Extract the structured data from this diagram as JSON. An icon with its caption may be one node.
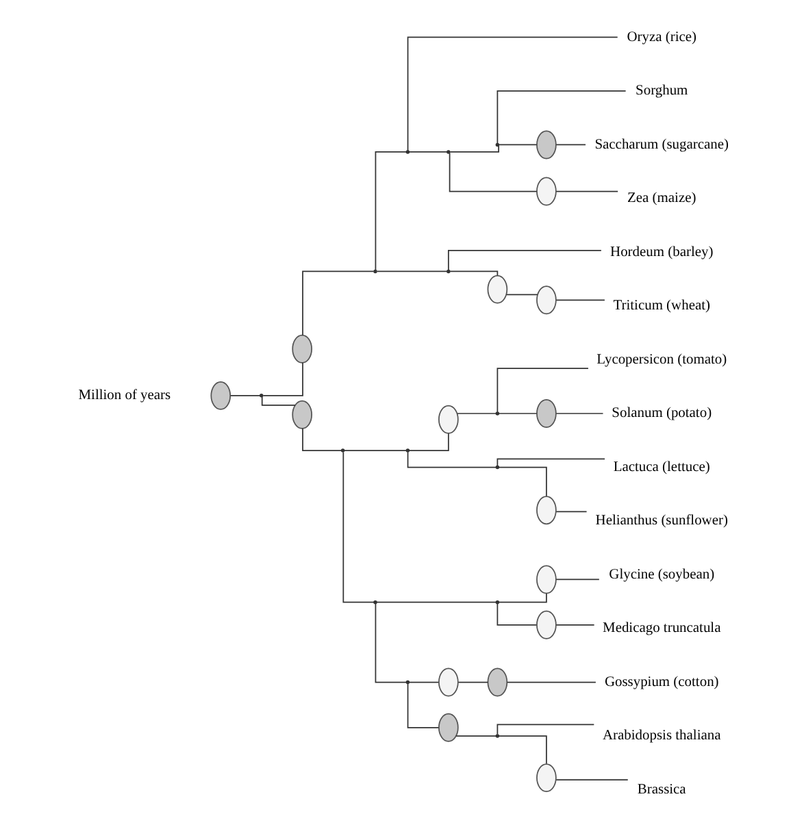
{
  "diagram": {
    "nodes": [
      {
        "text": [
          "Sorghum"
        ]
      },
      {
        "text": [
          "Saccharum (sugarcane)"
        ]
      },
      {
        "text": [
          "Zea (maize)"
        ]
      },
      {
        "text": [
          "Oryza (rice)"
        ]
      },
      {
        "text": [
          "Triticum (wheat)"
        ]
      },
      {
        "text": [
          "Hordeum (barley)"
        ]
      },
      {
        "text": [
          "Lycopersicon (tomato)"
        ]
      },
      {
        "text": [
          "Solanum (potato)"
        ]
      },
      {
        "text": [
          "Helianthus (sunflower)"
        ]
      },
      {
        "text": [
          "Lactuca (lettuce)"
        ]
      },
      {
        "text": [
          "Glycine (soybean)"
        ]
      },
      {
        "text": [
          "Medicago truncatula"
        ]
      },
      {
        "text": [
          "Gossypium (cotton)"
        ]
      },
      {
        "text": [
          "Arabidopsis thaliana"
        ]
      },
      {
        "text": [
          "Brassica"
        ]
      },
      {
        "text": [],
        "shape": "oval"
      },
      {
        "text": [],
        "shape": "point"
      },
      {
        "text": [],
        "shape": "oval"
      },
      {
        "text": [],
        "shape": "point"
      },
      {
        "text": [],
        "shape": "point"
      },
      {
        "text": [],
        "shape": "point"
      },
      {
        "text": [],
        "shape": "point"
      },
      {
        "text": [],
        "shape": "oval"
      },
      {
        "text": [],
        "shape": "oval"
      },
      {
        "text": [],
        "shape": "point"
      },
      {
        "text": [],
        "shape": "oval"
      },
      {
        "text": [],
        "shape": "oval"
      },
      {
        "text": [],
        "shape": "oval"
      },
      {
        "text": [],
        "shape": "point"
      },
      {
        "text": [],
        "shape": "point"
      },
      {
        "text": [],
        "shape": "oval"
      },
      {
        "text": [],
        "shape": "point"
      },
      {
        "text": [],
        "shape": "oval"
      },
      {
        "text": [],
        "shape": "point"
      },
      {
        "text": [],
        "shape": "oval"
      },
      {
        "text": [],
        "shape": "point"
      },
      {
        "text": [],
        "shape": "point"
      },
      {
        "text": [],
        "shape": "oval"
      },
      {
        "text": [],
        "shape": "oval"
      },
      {
        "text": [],
        "shape": "point"
      },
      {
        "text": [],
        "shape": "oval"
      },
      {
        "text": [],
        "shape": "oval"
      },
      {
        "text": [],
        "shape": "oval"
      },
      {
        "text": [],
        "shape": "point"
      },
      {
        "text": [],
        "shape": "oval"
      }
    ],
    "edges": [
      {
        "from": 15,
        "to": 16,
        "arrow": "none"
      },
      {
        "from": 16,
        "to": 17,
        "arrow": "none"
      },
      {
        "from": 17,
        "to": 18,
        "arrow": "none"
      },
      {
        "from": 18,
        "to": 19,
        "arrow": "none"
      },
      {
        "from": 19,
        "to": 20,
        "arrow": "none"
      },
      {
        "from": 20,
        "to": 21,
        "arrow": "none"
      },
      {
        "from": 21,
        "to": 0,
        "arrow": "none"
      },
      {
        "from": 21,
        "to": 22,
        "arrow": "none"
      },
      {
        "from": 22,
        "to": 1,
        "arrow": "none"
      },
      {
        "from": 20,
        "to": 23,
        "arrow": "none"
      },
      {
        "from": 23,
        "to": 2,
        "arrow": "none"
      },
      {
        "from": 19,
        "to": 3,
        "arrow": "none"
      },
      {
        "from": 18,
        "to": 24,
        "arrow": "none"
      },
      {
        "from": 24,
        "to": 25,
        "arrow": "none"
      },
      {
        "from": 25,
        "to": 26,
        "arrow": "none"
      },
      {
        "from": 26,
        "to": 4,
        "arrow": "none"
      },
      {
        "from": 24,
        "to": 5,
        "arrow": "none"
      },
      {
        "from": 16,
        "to": 27,
        "arrow": "none"
      },
      {
        "from": 27,
        "to": 28,
        "arrow": "none"
      },
      {
        "from": 28,
        "to": 29,
        "arrow": "none"
      },
      {
        "from": 29,
        "to": 30,
        "arrow": "none"
      },
      {
        "from": 30,
        "to": 31,
        "arrow": "none"
      },
      {
        "from": 31,
        "to": 6,
        "arrow": "none"
      },
      {
        "from": 31,
        "to": 32,
        "arrow": "none"
      },
      {
        "from": 32,
        "to": 7,
        "arrow": "none"
      },
      {
        "from": 29,
        "to": 33,
        "arrow": "none"
      },
      {
        "from": 33,
        "to": 34,
        "arrow": "none"
      },
      {
        "from": 34,
        "to": 8,
        "arrow": "none"
      },
      {
        "from": 33,
        "to": 9,
        "arrow": "none"
      },
      {
        "from": 28,
        "to": 35,
        "arrow": "none"
      },
      {
        "from": 35,
        "to": 36,
        "arrow": "none"
      },
      {
        "from": 36,
        "to": 37,
        "arrow": "none"
      },
      {
        "from": 37,
        "to": 10,
        "arrow": "none"
      },
      {
        "from": 36,
        "to": 38,
        "arrow": "none"
      },
      {
        "from": 38,
        "to": 11,
        "arrow": "none"
      },
      {
        "from": 35,
        "to": 39,
        "arrow": "none"
      },
      {
        "from": 39,
        "to": 40,
        "arrow": "none"
      },
      {
        "from": 40,
        "to": 41,
        "arrow": "none"
      },
      {
        "from": 41,
        "to": 12,
        "arrow": "none"
      },
      {
        "from": 39,
        "to": 42,
        "arrow": "none"
      },
      {
        "from": 42,
        "to": 43,
        "arrow": "none"
      },
      {
        "from": 43,
        "to": 13,
        "arrow": "none"
      },
      {
        "from": 43,
        "to": 44,
        "arrow": "none"
      },
      {
        "from": 44,
        "to": 14,
        "arrow": "none"
      }
    ],
    "labels": [
      "Million of years"
    ]
  }
}
